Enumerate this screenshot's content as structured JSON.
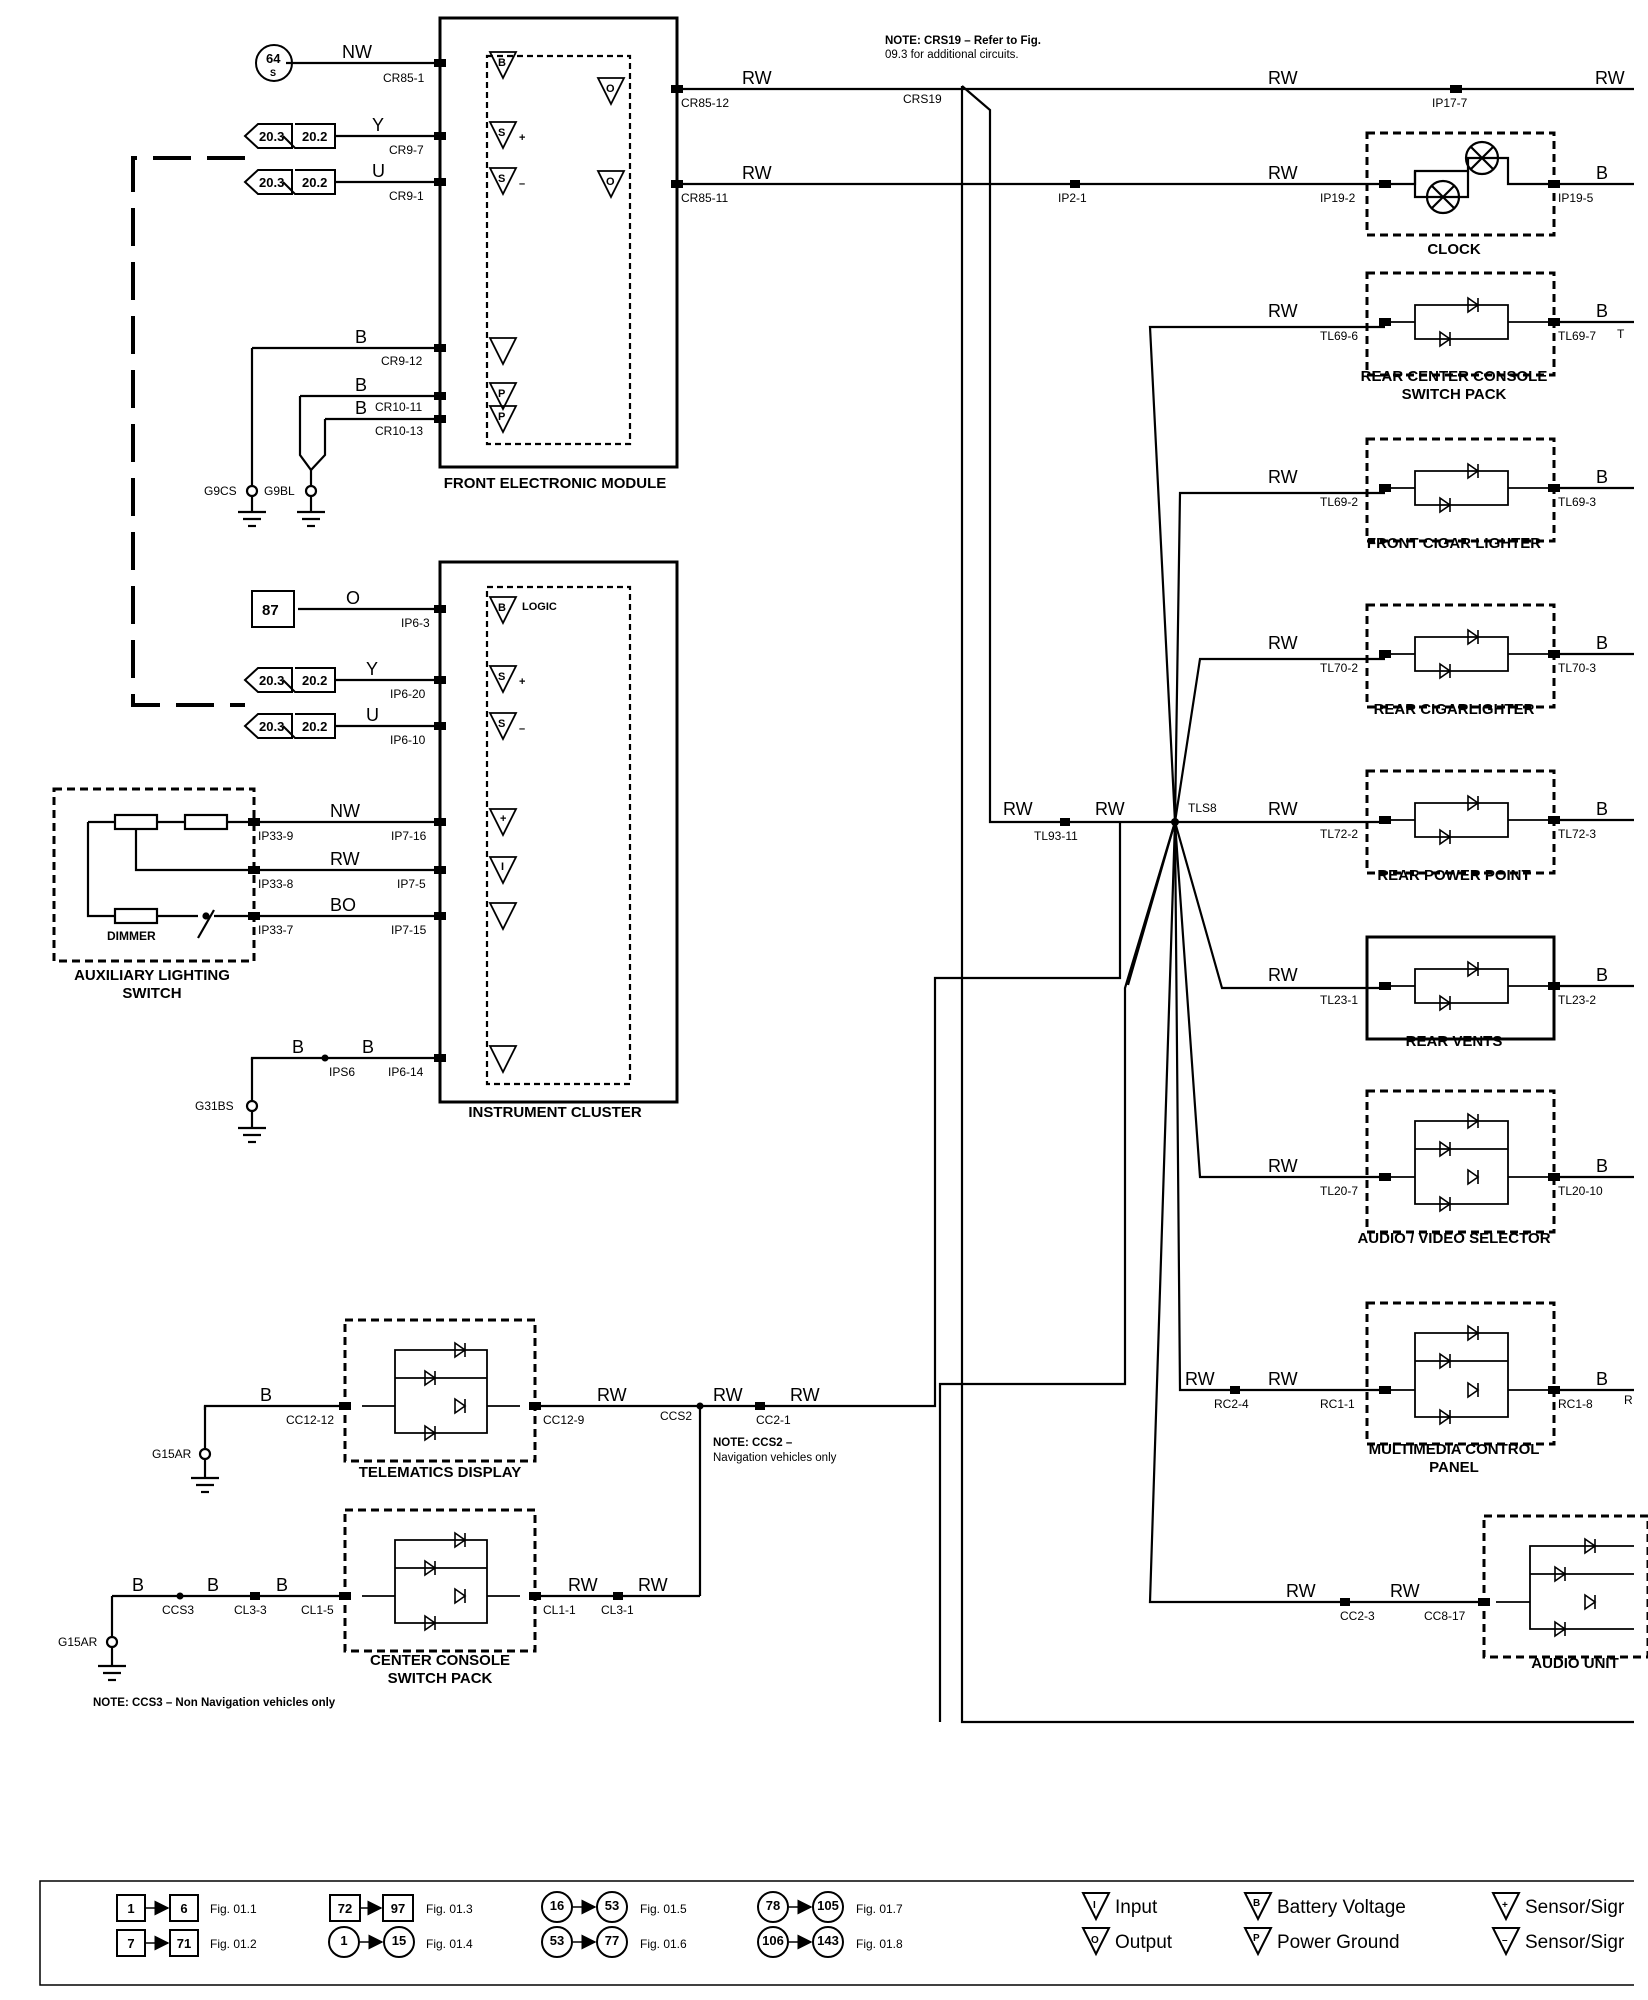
{
  "notes": {
    "crs19_a": "NOTE: CRS19 – Refer to Fig.",
    "crs19_b": "09.3 for additional circuits.",
    "ccs2_a": "NOTE: CCS2 –",
    "ccs2_b": "Navigation vehicles only",
    "ccs3": "NOTE: CCS3 – Non Navigation vehicles only"
  },
  "refs": {
    "r64": "64",
    "r64s": "S",
    "r203": "20.3",
    "r202": "20.2",
    "r87": "87"
  },
  "modules": {
    "fem": "FRONT ELECTRONIC MODULE",
    "ic": "INSTRUMENT CLUSTER",
    "aux1": "AUXILIARY LIGHTING",
    "aux2": "SWITCH",
    "dimmer": "DIMMER",
    "clock": "CLOCK",
    "rccs1": "REAR CENTER CONSOLE",
    "rccs2": "SWITCH PACK",
    "fcl": "FRONT CIGAR LIGHTER",
    "rcl": "REAR CIGARLIGHTER",
    "rpp": "REAR POWER POINT",
    "rv": "REAR VENTS",
    "avs": "AUDIO / VIDEO SELECTOR",
    "mcp1": "MULTIMEDIA CONTROL",
    "mcp2": "PANEL",
    "tel": "TELEMATICS DISPLAY",
    "ccsp1": "CENTER CONSOLE",
    "ccsp2": "SWITCH PACK",
    "au": "AUDIO UNIT"
  },
  "pin_symbols": {
    "logic": "LOGIC",
    "b": "B",
    "s": "S",
    "o": "O",
    "p": "P",
    "i": "I",
    "plus": "+",
    "minus": "–"
  },
  "wires": {
    "NW": "NW",
    "Y": "Y",
    "U": "U",
    "B": "B",
    "O": "O",
    "RW": "RW",
    "BO": "BO",
    "T": "T",
    "R": "R"
  },
  "connectors": {
    "CR85_1": "CR85-1",
    "CR9_7": "CR9-7",
    "CR9_1": "CR9-1",
    "CR9_12": "CR9-12",
    "CR10_11": "CR10-11",
    "CR10_13": "CR10-13",
    "CR85_12": "CR85-12",
    "CR85_11": "CR85-11",
    "G9CS": "G9CS",
    "G9BL": "G9BL",
    "IP6_3": "IP6-3",
    "IP6_20": "IP6-20",
    "IP6_10": "IP6-10",
    "IP7_16": "IP7-16",
    "IP7_5": "IP7-5",
    "IP7_15": "IP7-15",
    "IP6_14": "IP6-14",
    "IP33_9": "IP33-9",
    "IP33_8": "IP33-8",
    "IP33_7": "IP33-7",
    "IPS6": "IPS6",
    "G31BS": "G31BS",
    "CRS19": "CRS19",
    "IP17_7": "IP17-7",
    "IP2_1": "IP2-1",
    "IP19_2": "IP19-2",
    "IP19_5": "IP19-5",
    "TL69_6": "TL69-6",
    "TL69_7": "TL69-7",
    "TL69_2": "TL69-2",
    "TL69_3": "TL69-3",
    "TL70_2": "TL70-2",
    "TL70_3": "TL70-3",
    "TL72_2": "TL72-2",
    "TL72_3": "TL72-3",
    "TL23_1": "TL23-1",
    "TL23_2": "TL23-2",
    "TL20_7": "TL20-7",
    "TL20_10": "TL20-10",
    "TL93_11": "TL93-11",
    "TLS8": "TLS8",
    "RC2_4": "RC2-4",
    "RC1_1": "RC1-1",
    "RC1_8": "RC1-8",
    "CC12_12": "CC12-12",
    "CC12_9": "CC12-9",
    "CCS2": "CCS2",
    "CC2_1": "CC2-1",
    "G15AR": "G15AR",
    "CCS3": "CCS3",
    "CL3_3": "CL3-3",
    "CL1_5": "CL1-5",
    "CL1_1": "CL1-1",
    "CL3_1": "CL3-1",
    "CC2_3": "CC2-3",
    "CC8_17": "CC8-17"
  },
  "legend": {
    "l1a": "1",
    "l1b": "6",
    "l1f": "Fig. 01.1",
    "l2a": "7",
    "l2b": "71",
    "l2f": "Fig. 01.2",
    "l3a": "72",
    "l3b": "97",
    "l3f": "Fig. 01.3",
    "l4a": "1",
    "l4b": "15",
    "l4f": "Fig. 01.4",
    "l5a": "16",
    "l5b": "53",
    "l5f": "Fig. 01.5",
    "l6a": "53",
    "l6b": "77",
    "l6f": "Fig. 01.6",
    "l7a": "78",
    "l7b": "105",
    "l7f": "Fig. 01.7",
    "l8a": "106",
    "l8b": "143",
    "l8f": "Fig. 01.8",
    "input": "Input",
    "output": "Output",
    "battery": "Battery Voltage",
    "power_ground": "Power Ground",
    "sensor_sig1": "Sensor/Sigr",
    "sensor_sig2": "Sensor/Sigr"
  }
}
